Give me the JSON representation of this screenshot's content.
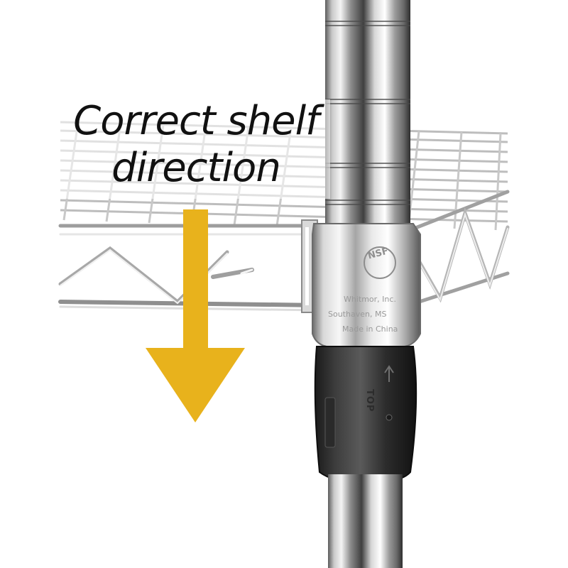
{
  "image": {
    "caption_lines": [
      "Correct shelf",
      "direction"
    ],
    "arrow_color": "#E8B21C",
    "collar_engraving_lines": [
      "Whitmor, Inc.",
      "Southaven, MS",
      "Made in China"
    ],
    "nsf_mark": "NSF",
    "sleeve_label": "TOP",
    "background_color": "#ffffff"
  }
}
